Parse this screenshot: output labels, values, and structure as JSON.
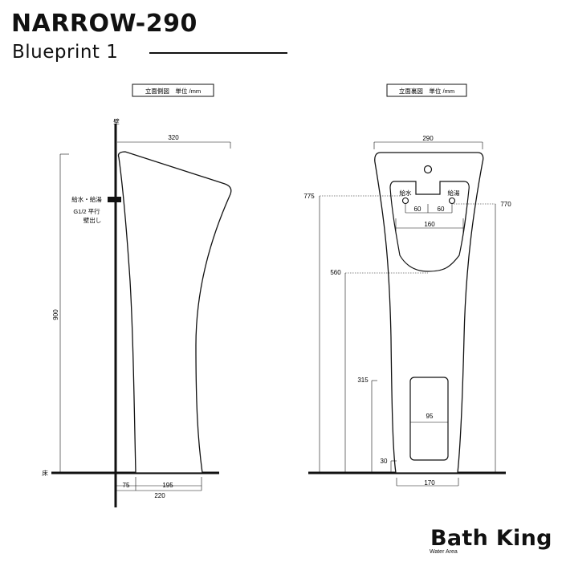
{
  "header": {
    "title": "NARROW-290",
    "subtitle": "Blueprint 1"
  },
  "brand": {
    "name": "Bath King",
    "tagline": "Water Area"
  },
  "side_view": {
    "caption": "立面側図　単位 /mm",
    "wall_label": "壁",
    "floor_label": "床",
    "width_top": "320",
    "height": "900",
    "pipe_label_1": "給水・給湯",
    "pipe_label_2": "G1/2 平行",
    "pipe_label_3": "壁出し",
    "offset": "75",
    "base_width": "195",
    "base_total": "220"
  },
  "back_view": {
    "caption": "立面裏図　単位 /mm",
    "width_top": "290",
    "supply_label": "給水",
    "hot_label": "給湯",
    "height_left": "775",
    "height_right": "770",
    "spacing_left": "60",
    "spacing_right": "60",
    "recess_width": "160",
    "recess_bottom": "560",
    "access_top": "315",
    "access_width": "95",
    "access_bottom": "30",
    "base_width": "170"
  },
  "colors": {
    "line": "#111111",
    "background": "#ffffff"
  }
}
